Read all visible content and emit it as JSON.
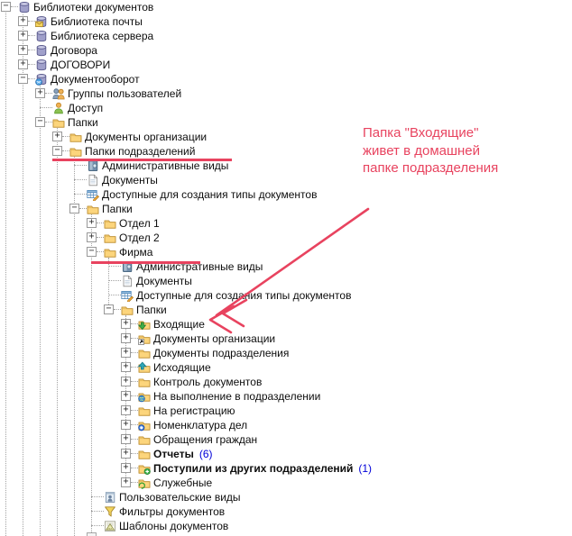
{
  "annotation": {
    "color": "#e8435f",
    "lines": [
      "Папка \"Входящие\"",
      "живет в домашней",
      "папке подразделения"
    ],
    "arrow_target": "Входящие",
    "underlined_labels": [
      "Папки подразделений",
      "Фирма"
    ]
  },
  "tree": {
    "count_color": "#0000d8",
    "rows": [
      {
        "label": "Библиотеки документов",
        "level": 0,
        "expander": "minus",
        "icon": "database"
      },
      {
        "label": "Библиотека почты",
        "level": 1,
        "expander": "plus",
        "icon": "database-mail"
      },
      {
        "label": "Библиотека сервера",
        "level": 1,
        "expander": "plus",
        "icon": "database"
      },
      {
        "label": "Договора",
        "level": 1,
        "expander": "plus",
        "icon": "database"
      },
      {
        "label": "ДОГОВОРИ",
        "level": 1,
        "expander": "plus",
        "icon": "database"
      },
      {
        "label": "Документооборот",
        "level": 1,
        "expander": "minus",
        "icon": "database-globe"
      },
      {
        "label": "Группы пользователей",
        "level": 2,
        "expander": "plus",
        "icon": "users"
      },
      {
        "label": "Доступ",
        "level": 2,
        "expander": null,
        "icon": "user"
      },
      {
        "label": "Папки",
        "level": 2,
        "expander": "minus",
        "icon": "folder"
      },
      {
        "label": "Документы организации",
        "level": 3,
        "expander": "plus",
        "icon": "folder"
      },
      {
        "label": "Папки подразделений",
        "level": 3,
        "expander": "minus",
        "icon": "folder"
      },
      {
        "label": "Административные виды",
        "level": 4,
        "expander": null,
        "icon": "views-book"
      },
      {
        "label": "Документы",
        "level": 4,
        "expander": null,
        "icon": "document"
      },
      {
        "label": "Доступные для создания типы документов",
        "level": 4,
        "expander": null,
        "icon": "doc-types"
      },
      {
        "label": "Папки",
        "level": 4,
        "expander": "minus",
        "icon": "folder"
      },
      {
        "label": "Отдел 1",
        "level": 5,
        "expander": "plus",
        "icon": "folder"
      },
      {
        "label": "Отдел 2",
        "level": 5,
        "expander": "plus",
        "icon": "folder"
      },
      {
        "label": "Фирма",
        "level": 5,
        "expander": "minus",
        "icon": "folder"
      },
      {
        "label": "Административные виды",
        "level": 6,
        "expander": null,
        "icon": "views-book"
      },
      {
        "label": "Документы",
        "level": 6,
        "expander": null,
        "icon": "document"
      },
      {
        "label": "Доступные для создания типы документов",
        "level": 6,
        "expander": null,
        "icon": "doc-types"
      },
      {
        "label": "Папки",
        "level": 6,
        "expander": "minus",
        "icon": "folder"
      },
      {
        "label": "Входящие",
        "level": 7,
        "expander": "plus",
        "icon": "folder-incoming"
      },
      {
        "label": "Документы организации",
        "level": 7,
        "expander": "plus",
        "icon": "folder-shortcut"
      },
      {
        "label": "Документы подразделения",
        "level": 7,
        "expander": "plus",
        "icon": "folder"
      },
      {
        "label": "Исходящие",
        "level": 7,
        "expander": "plus",
        "icon": "folder-outgoing"
      },
      {
        "label": "Контроль документов",
        "level": 7,
        "expander": "plus",
        "icon": "folder"
      },
      {
        "label": "На выполнение в подразделении",
        "level": 7,
        "expander": "plus",
        "icon": "folder-globe"
      },
      {
        "label": "На регистрацию",
        "level": 7,
        "expander": "plus",
        "icon": "folder"
      },
      {
        "label": "Номенклатура дел",
        "level": 7,
        "expander": "plus",
        "icon": "folder-blue-badge"
      },
      {
        "label": "Обращения граждан",
        "level": 7,
        "expander": "plus",
        "icon": "folder"
      },
      {
        "label": "Отчеты",
        "level": 7,
        "expander": "plus",
        "icon": "folder",
        "bold": true,
        "count": "(6)"
      },
      {
        "label": "Поступили из других подразделений",
        "level": 7,
        "expander": "plus",
        "icon": "folder-add",
        "bold": true,
        "count": "(1)"
      },
      {
        "label": "Служебные",
        "level": 7,
        "expander": "plus",
        "icon": "folder-recycle"
      },
      {
        "label": "Пользовательские виды",
        "level": 5,
        "expander": null,
        "icon": "user-views"
      },
      {
        "label": "Фильтры документов",
        "level": 5,
        "expander": null,
        "icon": "filter"
      },
      {
        "label": "Шаблоны документов",
        "level": 5,
        "expander": null,
        "icon": "templates"
      }
    ]
  }
}
